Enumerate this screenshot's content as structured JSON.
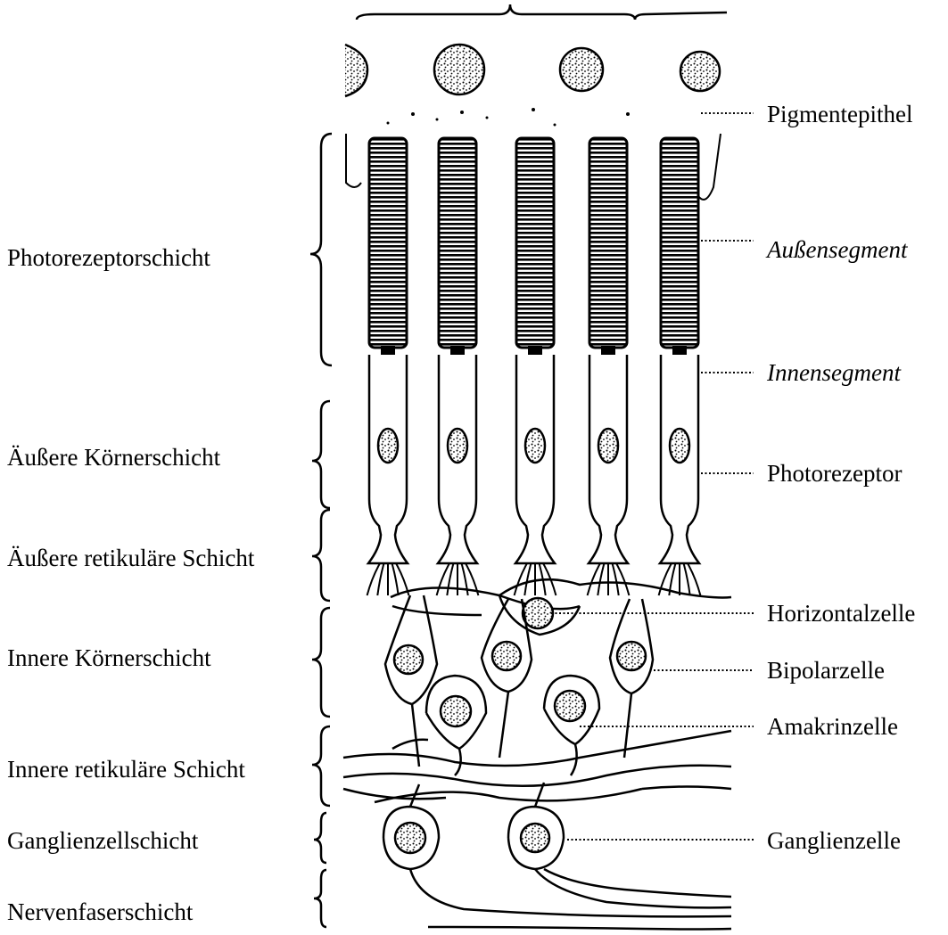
{
  "layers": [
    {
      "id": "photoreceptor-layer",
      "label": "Photorezeptorschicht"
    },
    {
      "id": "outer-nuclear-layer",
      "label": "Äußere Körnerschicht"
    },
    {
      "id": "outer-plexiform-layer",
      "label": "Äußere retikuläre Schicht"
    },
    {
      "id": "inner-nuclear-layer",
      "label": "Innere Körnerschicht"
    },
    {
      "id": "inner-plexiform-layer",
      "label": "Innere retikuläre Schicht"
    },
    {
      "id": "ganglion-cell-layer",
      "label": "Ganglienzellschicht"
    },
    {
      "id": "nerve-fiber-layer",
      "label": "Nervenfaserschicht"
    }
  ],
  "structures": [
    {
      "id": "pigment-epithelium",
      "label": "Pigmentepithel",
      "italic": false
    },
    {
      "id": "outer-segment",
      "label": "Außensegment",
      "italic": true
    },
    {
      "id": "inner-segment",
      "label": "Innensegment",
      "italic": true
    },
    {
      "id": "photoreceptor",
      "label": "Photorezeptor",
      "italic": false
    },
    {
      "id": "horizontal-cell",
      "label": "Horizontalzelle",
      "italic": false
    },
    {
      "id": "bipolar-cell",
      "label": "Bipolarzelle",
      "italic": false
    },
    {
      "id": "amacrine-cell",
      "label": "Amakrinzelle",
      "italic": false
    },
    {
      "id": "ganglion-cell",
      "label": "Ganglienzelle",
      "italic": false
    }
  ]
}
